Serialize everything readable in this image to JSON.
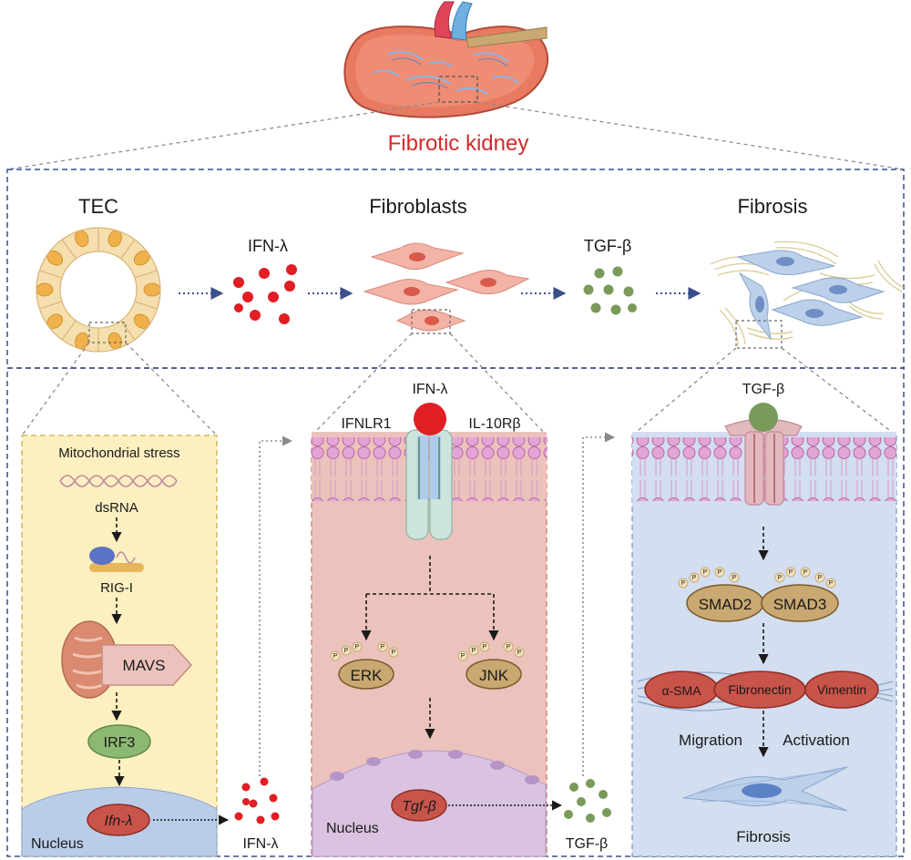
{
  "title": "Fibrotic kidney",
  "stages": {
    "tec": "TEC",
    "fibroblasts": "Fibroblasts",
    "fibrosis": "Fibrosis"
  },
  "cytokines": {
    "ifn_top": "IFN-λ",
    "tgf_top": "TGF-β"
  },
  "tec_panel": {
    "mito_stress": "Mitochondrial stress",
    "dsrna": "dsRNA",
    "rigi": "RIG-I",
    "mavs": "MAVS",
    "irf3": "IRF3",
    "gene": "Ifn-λ",
    "nucleus": "Nucleus",
    "secreted": "IFN-λ"
  },
  "fib_panel": {
    "ligand": "IFN-λ",
    "receptor_left": "IFNLR1",
    "receptor_right": "IL-10Rβ",
    "erk": "ERK",
    "jnk": "JNK",
    "gene": "Tgf-β",
    "nucleus": "Nucleus",
    "secreted": "TGF-β"
  },
  "fibrosis_panel": {
    "ligand": "TGF-β",
    "smad2": "SMAD2",
    "smad3": "SMAD3",
    "asma": "α-SMA",
    "fibronectin": "Fibronectin",
    "vimentin": "Vimentin",
    "migration": "Migration",
    "activation": "Activation",
    "fibrosis": "Fibrosis"
  },
  "phospho_label": "P",
  "colors": {
    "title_red": "#d42a2a",
    "dashed_blue": "#3a4f8a",
    "ifn_dot": "#e01e24",
    "tgf_dot": "#7a9a5a",
    "tec_panel": "#fcefc0",
    "fib_panel": "#ebc3bc",
    "fibrosis_panel": "#d3def0",
    "membrane": "#cf86c2",
    "protein_red": "#c9544a",
    "protein_tan": "#c9a871"
  }
}
